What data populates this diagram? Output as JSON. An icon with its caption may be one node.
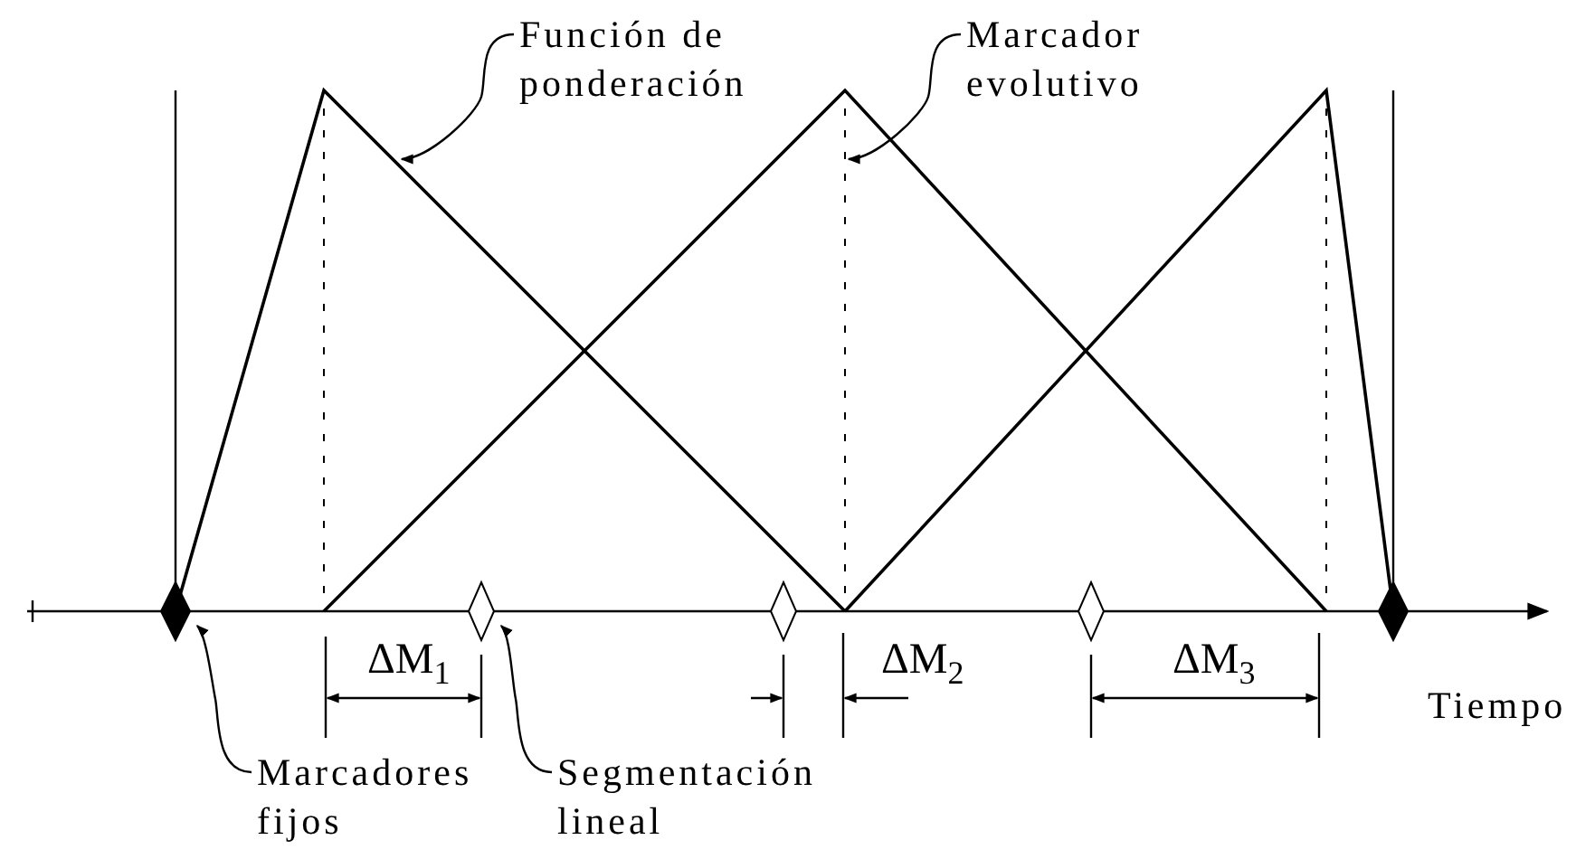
{
  "diagram": {
    "nodes": [
      {
        "text": [
          "Función de ponderación"
        ]
      },
      {
        "text": [
          "Marcador evolutivo"
        ]
      },
      {
        "text": [
          "Marcadores fijos"
        ]
      },
      {
        "text": [
          "Segmentación lineal"
        ]
      },
      {
        "text": [],
        "shape": "diamond"
      },
      {
        "text": [],
        "shape": "diamond"
      },
      {
        "text": [],
        "shape": "diamond"
      },
      {
        "text": [],
        "shape": "diamond"
      },
      {
        "text": [],
        "shape": "diamond"
      }
    ],
    "edges": [
      {
        "from": 0,
        "to": null,
        "arrow": "to"
      },
      {
        "from": 1,
        "to": null,
        "arrow": "to"
      },
      {
        "from": 2,
        "to": 4,
        "arrow": "to"
      },
      {
        "from": 3,
        "to": 5,
        "arrow": "to"
      }
    ],
    "labels": [
      "ΔM$_{1}$",
      "ΔM$_{2}$",
      "ΔM$_{3}$",
      "Tiempo"
    ]
  }
}
